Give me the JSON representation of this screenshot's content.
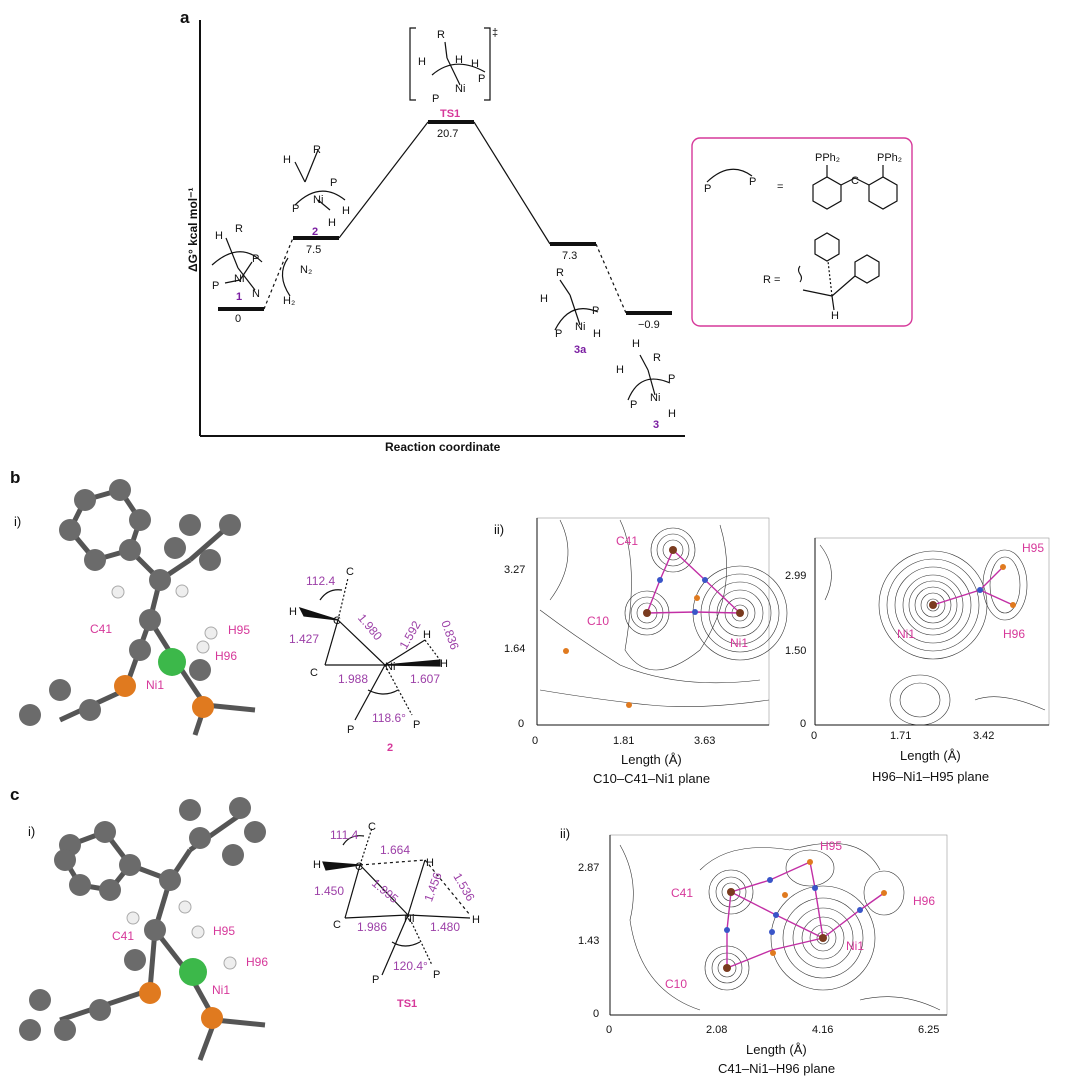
{
  "panel_a": {
    "letter": "a",
    "ylabel": "ΔG° kcal mol⁻¹",
    "xlabel": "Reaction coordinate",
    "levels": [
      {
        "label": "1",
        "energy": "0"
      },
      {
        "label": "2",
        "energy": "7.5"
      },
      {
        "label": "TS1",
        "energy": "20.7"
      },
      {
        "label": "3a",
        "energy": "7.3"
      },
      {
        "label": "3",
        "energy": "−0.9"
      }
    ],
    "n2_label": "N₂",
    "h2_label": "H₂",
    "ts_symbol": "‡",
    "legend": {
      "pp_eq": "=",
      "r_eq": "R =",
      "pph2_1": "PPh₂",
      "pph2_2": "PPh₂",
      "c_atom": "C",
      "h_atom": "H",
      "p1": "P",
      "p2": "P"
    }
  },
  "panel_b": {
    "letter": "b",
    "sub_i": "i)",
    "sub_ii": "ii)",
    "atom_labels": {
      "c41": "C41",
      "h95": "H95",
      "h96": "H96",
      "ni1": "Ni1"
    },
    "geometry": {
      "angle1": "112.4",
      "d_cc": "1.427",
      "d_cni": "1.980",
      "d_nih": "1.592",
      "d_hh": "0.836",
      "d_cni2": "1.988",
      "d_nih2": "1.607",
      "angle2": "118.6°",
      "label": "2"
    },
    "contour1": {
      "xlabel": "Length (Å)",
      "caption": "C10–C41–Ni1 plane",
      "xticks": [
        "0",
        "1.81",
        "3.63"
      ],
      "yticks": [
        "3.27",
        "1.64",
        "0"
      ],
      "atoms": {
        "c41": "C41",
        "c10": "C10",
        "ni1": "Ni1"
      }
    },
    "contour2": {
      "xlabel": "Length (Å)",
      "caption": "H96–Ni1–H95 plane",
      "xticks": [
        "0",
        "1.71",
        "3.42"
      ],
      "yticks": [
        "2.99",
        "1.50",
        "0"
      ],
      "atoms": {
        "h95": "H95",
        "ni1": "Ni1",
        "h96": "H96"
      }
    }
  },
  "panel_c": {
    "letter": "c",
    "sub_i": "i)",
    "sub_ii": "ii)",
    "atom_labels": {
      "c41": "C41",
      "h95": "H95",
      "h96": "H96",
      "ni1": "Ni1"
    },
    "geometry": {
      "angle1": "111.4",
      "d_ch": "1.664",
      "d_hh": "1.536",
      "d_cc": "1.450",
      "d_cni": "1.995",
      "d_nih": "1.456",
      "d_cni2": "1.986",
      "d_nih2": "1.480",
      "angle2": "120.4°",
      "label": "TS1"
    },
    "contour": {
      "xlabel": "Length (Å)",
      "caption": "C41–Ni1–H96 plane",
      "xticks": [
        "0",
        "2.08",
        "4.16",
        "6.25"
      ],
      "yticks": [
        "2.87",
        "1.43",
        "0"
      ],
      "atoms": {
        "h95": "H95",
        "c41": "C41",
        "h96": "H96",
        "ni1": "Ni1",
        "c10": "C10"
      }
    }
  }
}
